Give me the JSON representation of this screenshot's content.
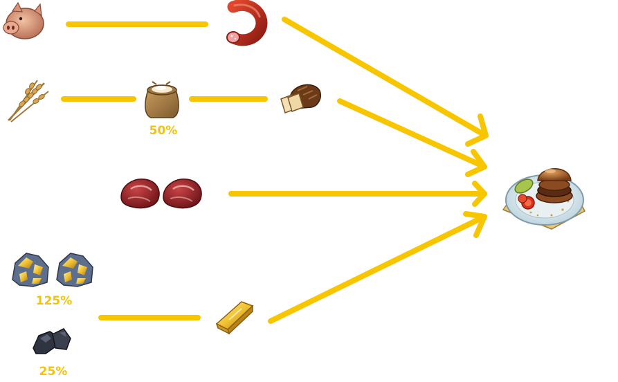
{
  "colors": {
    "arrow": "#f7c600",
    "label": "#f2c20c"
  },
  "nodes": {
    "pig": "pig-head-icon",
    "sausage": "sausage-icon",
    "wheat": "wheat-icon",
    "flour": "flour-sack-icon",
    "bread": "bread-loaf-icon",
    "meat_1": "raw-meat-icon",
    "meat_2": "raw-meat-icon",
    "gold_ore_1": "gold-ore-icon",
    "gold_ore_2": "gold-ore-icon",
    "coal": "coal-icon",
    "gold_bar": "gold-bar-icon",
    "dish": "burger-plate-icon"
  },
  "labels": {
    "flour_pct": "50%",
    "gold_ore_pct": "125%",
    "coal_pct": "25%"
  }
}
